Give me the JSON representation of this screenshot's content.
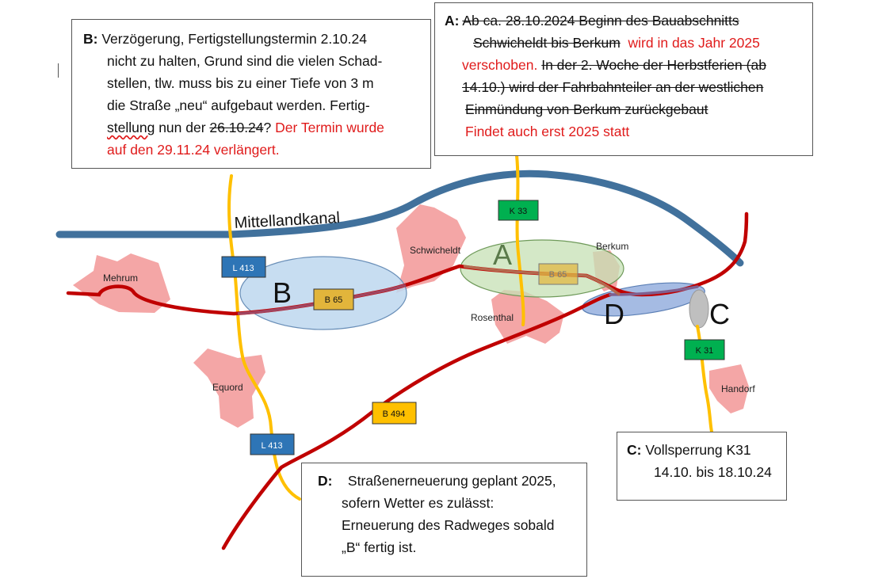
{
  "map_labels": {
    "canal": "Mittellandkanal",
    "places": {
      "mehrum": "Mehrum",
      "schwicheldt": "Schwicheldt",
      "berkum": "Berkum",
      "rosenthal": "Rosenthal",
      "equord": "Equord",
      "handorf": "Handorf"
    },
    "zones": {
      "a": "A",
      "b": "B",
      "c": "C",
      "d": "D"
    },
    "road_signs": {
      "k33": "K 33",
      "l413_top": "L 413",
      "l413_bottom": "L 413",
      "b65_left": "B 65",
      "b65_right": "B 65",
      "k31": "K 31",
      "b494": "B 494"
    }
  },
  "box_b": {
    "label": "B:",
    "line1": "Verzögerung, Fertigstellungstermin 2.10.24",
    "line2": "nicht zu halten, Grund sind die vielen Schad-",
    "line3": "stellen, tlw. muss bis zu einer Tiefe von 3 m",
    "line4": "die Straße „neu“ aufgebaut werden. Fertig-",
    "line5_a": "stellung",
    "line5_b": " nun der ",
    "line5_struck": "26.10.24",
    "line5_c": "?",
    "line5_red": " Der Termin wurde",
    "line6_red": "auf den 29.11.24 verlängert."
  },
  "box_a": {
    "label": "A:",
    "line1_struck": "Ab ca. 28.10.2024 Beginn des Bauabschnitts",
    "line2_struck": "Schwicheldt bis Berkum",
    "line2_red": "wird in das Jahr 2025",
    "line3_red": "verschoben.",
    "line3_struck": "In der 2. Woche der Herbstferien (ab",
    "line4_struck": "14.10.) wird der Fahrbahnteiler an der westlichen",
    "line5_struck": "Einmündung von Berkum zurückgebaut",
    "line6_red": "Findet auch erst 2025 statt"
  },
  "box_c": {
    "label": "C:",
    "line1": "Vollsperrung K31",
    "line2": "14.10. bis 18.10.24"
  },
  "box_d": {
    "label": "D:",
    "line1": "Straßenerneuerung geplant 2025,",
    "line2": "sofern Wetter es zulässt:",
    "line3": "Erneuerung des Radweges sobald",
    "line4": "„B“ fertig ist."
  },
  "colors": {
    "canal": "#41719c",
    "bundesstrasse": "#c00000",
    "landstrasse": "#ffc000",
    "settlement": "#f4a6a6",
    "zone_a": "#c6e0b4",
    "zone_b": "#bdd7ee",
    "zone_d": "#8faadc",
    "zone_c": "#bfbfbf",
    "sign_green": "#00b050",
    "sign_blue": "#2e75b6",
    "sign_yellow": "#ffc000",
    "sign_gold": "#e2b53b",
    "annotation_red": "#e01b1b"
  }
}
